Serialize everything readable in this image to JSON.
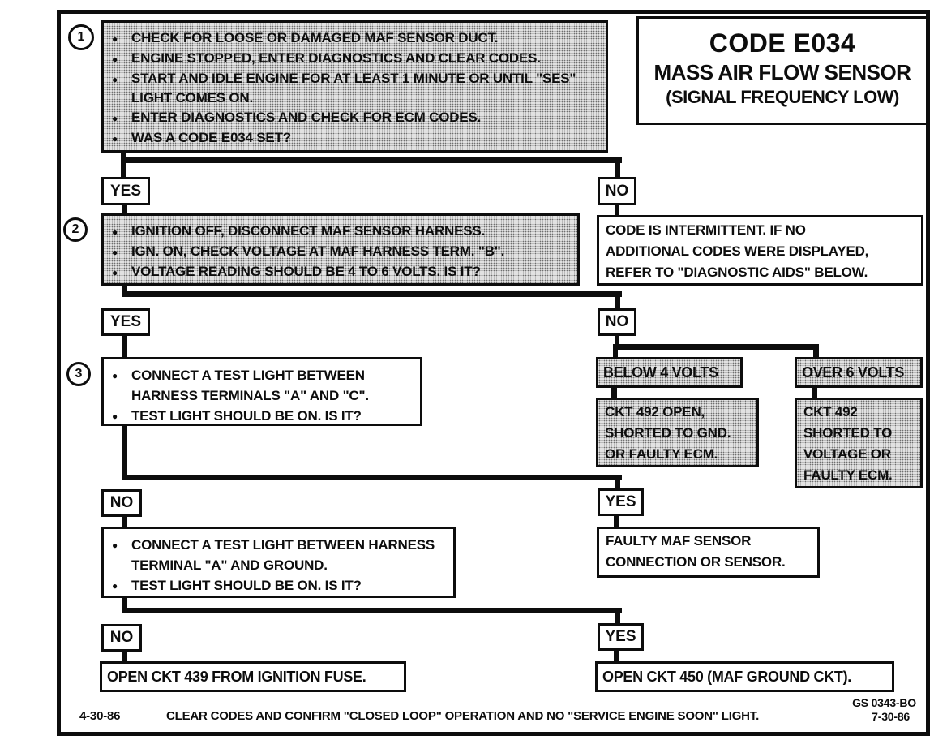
{
  "theme": {
    "ink": "#0d0d0d",
    "shade_bg": "#e2e2e2"
  },
  "title_block": {
    "code": "CODE E034",
    "name": "MASS AIR FLOW SENSOR",
    "subtitle": "(SIGNAL FREQUENCY LOW)"
  },
  "labels": {
    "yes": "YES",
    "no": "NO"
  },
  "steps": {
    "step1": {
      "number": "1",
      "bullets": [
        "CHECK FOR LOOSE OR DAMAGED MAF SENSOR DUCT.",
        "ENGINE STOPPED, ENTER DIAGNOSTICS AND CLEAR CODES.",
        "START AND IDLE ENGINE FOR AT LEAST 1 MINUTE OR UNTIL \"SES\" LIGHT COMES ON.",
        "ENTER DIAGNOSTICS AND CHECK FOR ECM CODES.",
        "WAS A CODE E034 SET?"
      ]
    },
    "step2": {
      "number": "2",
      "bullets": [
        "IGNITION OFF, DISCONNECT MAF SENSOR HARNESS.",
        "IGN. ON, CHECK VOLTAGE AT MAF HARNESS TERM. \"B\".",
        "VOLTAGE READING SHOULD BE 4 TO 6 VOLTS.  IS IT?"
      ]
    },
    "step3": {
      "number": "3",
      "bullets": [
        "CONNECT A TEST LIGHT BETWEEN HARNESS TERMINALS \"A\" AND \"C\".",
        "TEST LIGHT SHOULD BE ON.  IS IT?"
      ]
    },
    "step4": {
      "bullets": [
        "CONNECT A TEST LIGHT BETWEEN HARNESS TERMINAL \"A\" AND GROUND.",
        "TEST LIGHT SHOULD BE ON.  IS IT?"
      ]
    }
  },
  "results": {
    "intermittent": "CODE IS INTERMITTENT.  IF NO\nADDITIONAL CODES WERE DISPLAYED,\nREFER TO \"DIAGNOSTIC AIDS\" BELOW.",
    "below_4_volts": "BELOW 4 VOLTS",
    "over_6_volts": "OVER 6 VOLTS",
    "ckt_492_open": "CKT 492 OPEN,\nSHORTED TO GND.\nOR FAULTY ECM.",
    "ckt_492_shorted": "CKT 492\nSHORTED TO\nVOLTAGE OR\nFAULTY ECM.",
    "faulty_maf": "FAULTY MAF SENSOR\nCONNECTION OR SENSOR.",
    "open_ckt_439": "OPEN CKT 439 FROM IGNITION FUSE.",
    "open_ckt_450": "OPEN CKT 450 (MAF GROUND CKT)."
  },
  "footer": {
    "date_left": "4-30-86",
    "note": "CLEAR CODES AND CONFIRM \"CLOSED LOOP\"  OPERATION AND NO \"SERVICE ENGINE SOON\" LIGHT.",
    "doc_number": "GS 0343-BO",
    "date_right": "7-30-86"
  }
}
